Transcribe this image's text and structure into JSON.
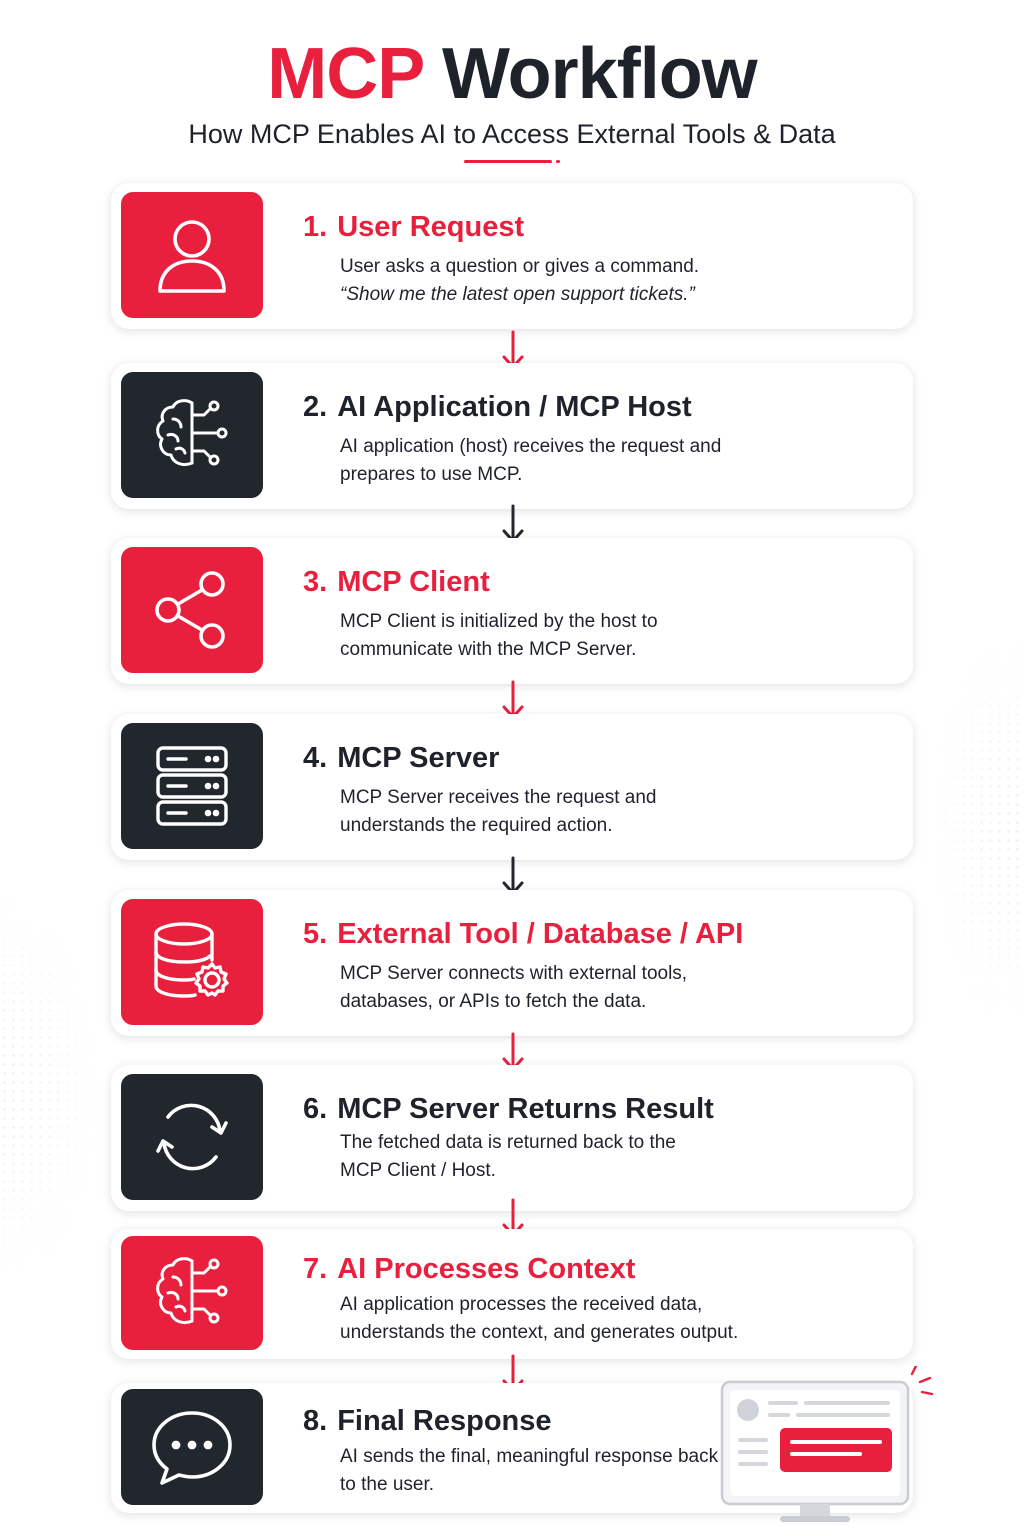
{
  "header": {
    "title_part1": "MCP",
    "title_part2": "Workflow",
    "subtitle": "How MCP Enables AI to Access External Tools & Data"
  },
  "colors": {
    "accent_red": "#e8203e",
    "dark": "#22262d",
    "text": "#1e232b"
  },
  "steps": [
    {
      "number": "1.",
      "title": "User Request",
      "desc": "User asks a question or gives a command.",
      "quote": "“Show me the latest open support tickets.”",
      "icon": "user-icon",
      "theme": "red"
    },
    {
      "number": "2.",
      "title": "AI Application / MCP Host",
      "desc": "AI application (host) receives the request and prepares to use MCP.",
      "icon": "ai-brain-icon",
      "theme": "dark"
    },
    {
      "number": "3.",
      "title": "MCP Client",
      "desc": "MCP Client is initialized by the host to communicate with the MCP Server.",
      "icon": "share-nodes-icon",
      "theme": "red"
    },
    {
      "number": "4.",
      "title": "MCP Server",
      "desc": "MCP Server receives the request and understands the required action.",
      "icon": "server-icon",
      "theme": "dark"
    },
    {
      "number": "5.",
      "title": "External Tool / Database / API",
      "desc": "MCP Server connects with external tools, databases, or APIs to fetch the data.",
      "icon": "database-gear-icon",
      "theme": "red"
    },
    {
      "number": "6.",
      "title": "MCP Server Returns Result",
      "desc": "The fetched data is returned back to the MCP Client / Host.",
      "icon": "refresh-icon",
      "theme": "dark"
    },
    {
      "number": "7.",
      "title": "AI Processes Context",
      "desc": "AI application processes the received data, understands the context, and generates output.",
      "icon": "ai-brain-icon",
      "theme": "red"
    },
    {
      "number": "8.",
      "title": "Final Response",
      "desc": "AI sends the final, meaningful response back to the user.",
      "icon": "chat-bubble-icon",
      "theme": "dark"
    }
  ]
}
